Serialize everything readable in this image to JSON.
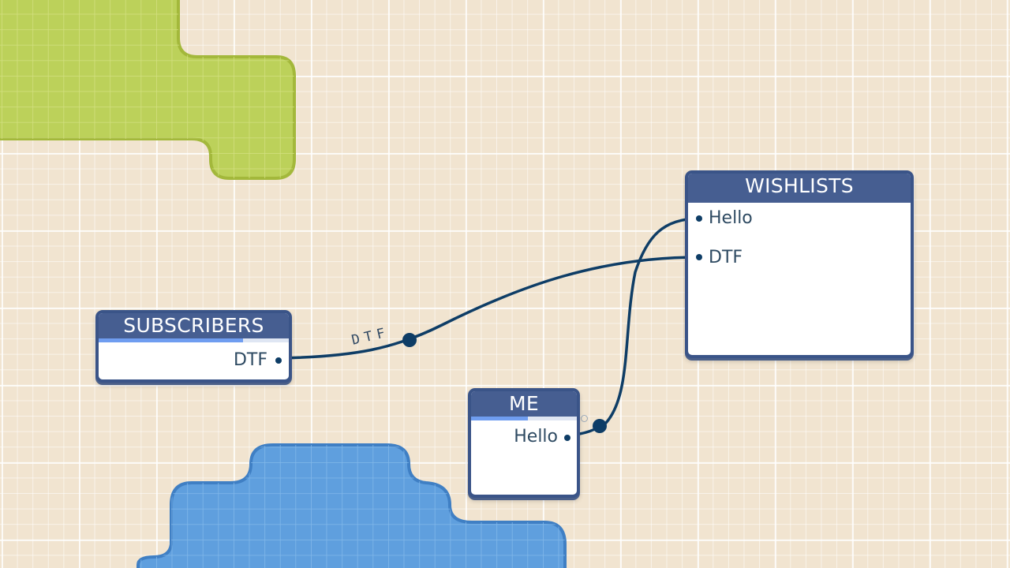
{
  "tables": {
    "subscribers": {
      "title": "SUBSCRIBERS",
      "fields": [
        "DTF"
      ]
    },
    "wishlists": {
      "title": "WISHLISTS",
      "fields": [
        "Hello",
        "DTF"
      ]
    },
    "me": {
      "title": "ME",
      "fields": [
        "Hello"
      ]
    }
  },
  "edges": {
    "subscribers_to_wishlists": {
      "label": "DTF"
    }
  },
  "colors": {
    "background": "#f1e4d0",
    "table_header": "#465e91",
    "table_border": "#3a5488",
    "edge": "#0e3d66",
    "green_region": "#bcd15a",
    "blue_region": "#5f9fde"
  }
}
